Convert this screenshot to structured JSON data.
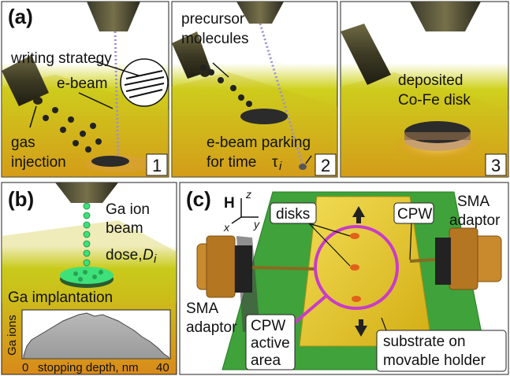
{
  "panels": {
    "a": {
      "tag": "(a)",
      "step1": {
        "number": "1",
        "writing_strategy": "writing strategy",
        "ebeam": "e-beam",
        "gas_line1": "gas",
        "gas_line2": "injection"
      },
      "step2": {
        "number": "2",
        "precursor_line1": "precursor",
        "precursor_line2": "molecules",
        "parking_line1": "e-beam parking",
        "parking_line2": "for time",
        "tau": "τ",
        "tau_sub": "i"
      },
      "step3": {
        "number": "3",
        "deposited_line1": "deposited",
        "deposited_line2": "Co-Fe disk"
      }
    },
    "b": {
      "tag": "(b)",
      "ion_line1": "Ga ion",
      "ion_line2": "beam",
      "dose": "dose,",
      "dose_var": "D",
      "dose_sub": "i",
      "implantation": "Ga implantation",
      "plot": {
        "ylabel": "Ga ions",
        "xlabel": "stopping depth, nm",
        "x_start": "0",
        "x_end": "40"
      }
    },
    "c": {
      "tag": "(c)",
      "H": "H",
      "axis_x": "x",
      "axis_y": "y",
      "axis_z": "z",
      "disks": "disks",
      "cpw": "CPW",
      "sma_right_1": "SMA",
      "sma_right_2": "adaptor",
      "sma_left_1": "SMA",
      "sma_left_2": "adaptor",
      "cpw_active_1": "CPW",
      "cpw_active_2": "active",
      "cpw_active_3": "area",
      "substrate_1": "substrate on",
      "substrate_2": "movable holder"
    }
  },
  "colors": {
    "substrate_yellow": "#d8d21a",
    "substrate_orange": "#d98a1a",
    "board_green": "#3fa23a",
    "gold": "#e6c52a",
    "magenta": "#c83cc8",
    "ga_green": "#3ee07a"
  }
}
